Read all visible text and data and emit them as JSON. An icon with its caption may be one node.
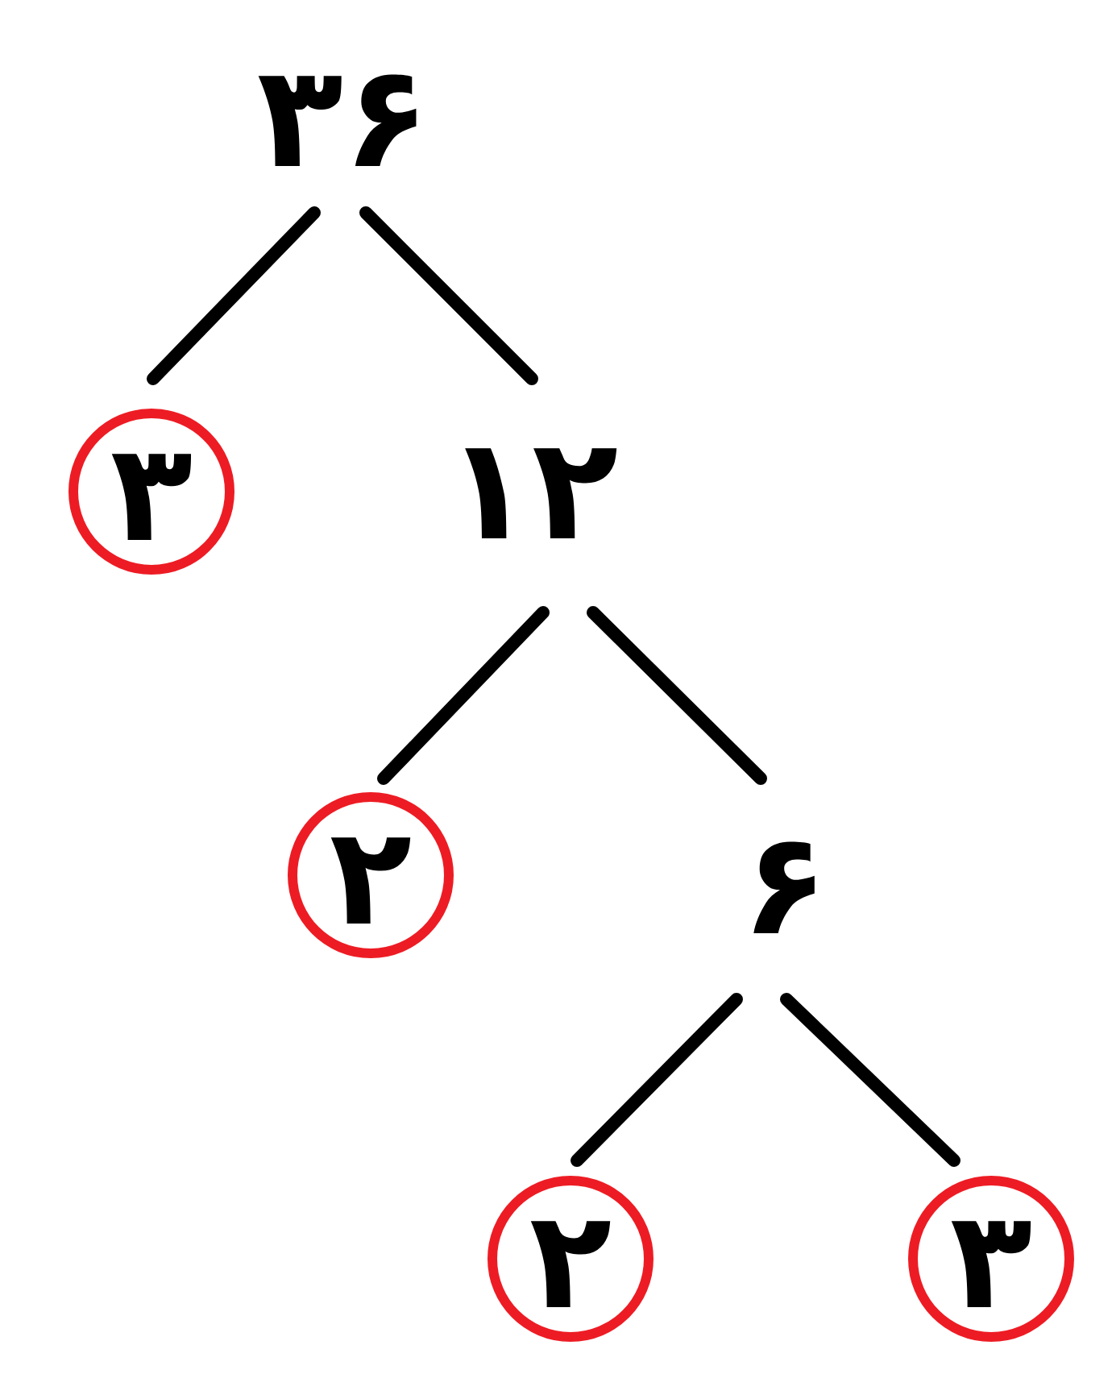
{
  "diagram": {
    "nodes": [
      {
        "text": [
          "۳۶"
        ]
      },
      {
        "text": [
          "۳"
        ]
      },
      {
        "text": [
          "۱۲"
        ]
      },
      {
        "text": [
          "۲"
        ]
      },
      {
        "text": [
          "۶"
        ]
      },
      {
        "text": [
          "۲"
        ]
      },
      {
        "text": [
          "۳"
        ]
      }
    ],
    "edges": [
      {
        "from": 0,
        "to": 1,
        "arrow": "none"
      },
      {
        "from": 0,
        "to": 2,
        "arrow": "none"
      },
      {
        "from": 2,
        "to": 3,
        "arrow": "none"
      },
      {
        "from": 2,
        "to": 4,
        "arrow": "none"
      },
      {
        "from": 4,
        "to": 5,
        "arrow": "none"
      },
      {
        "from": 4,
        "to": 6,
        "arrow": "none"
      }
    ]
  }
}
